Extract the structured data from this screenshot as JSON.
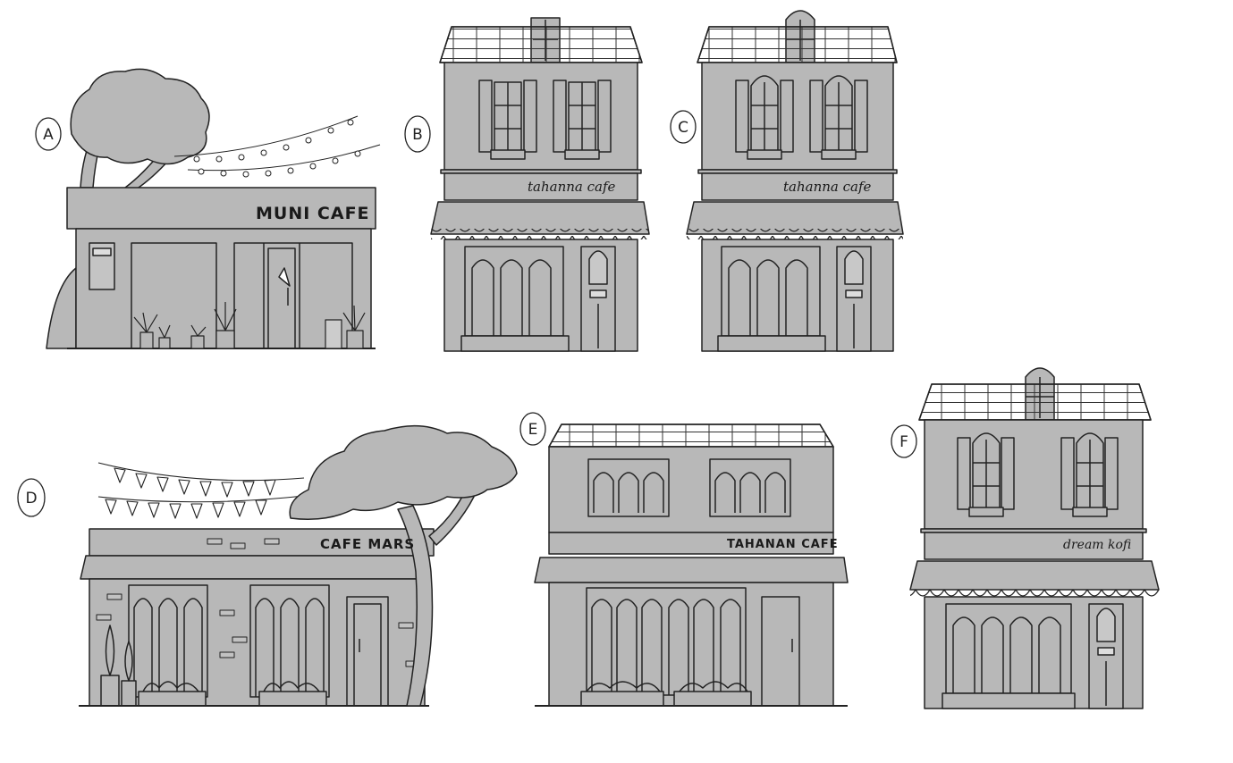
{
  "sheet": {
    "colors": {
      "fill": "#b8b8b8",
      "line": "#222222",
      "paper": "#ffffff"
    },
    "designs": [
      {
        "marker": "A",
        "sign": "MUNI CAFE"
      },
      {
        "marker": "B",
        "sign": "tahanna cafe"
      },
      {
        "marker": "C",
        "sign": "tahanna cafe"
      },
      {
        "marker": "D",
        "sign": "CAFE MARS"
      },
      {
        "marker": "E",
        "sign": "TAHANAN CAFE"
      },
      {
        "marker": "F",
        "sign": "dream kofi"
      }
    ]
  }
}
